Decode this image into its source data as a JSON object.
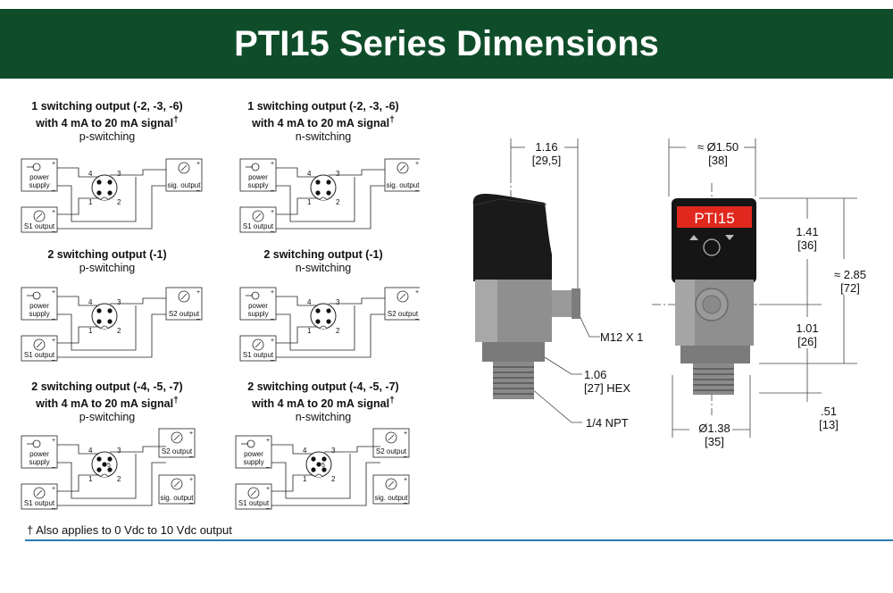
{
  "page": {
    "title": "PTI15 Series Dimensions"
  },
  "labels": {
    "power": [
      "power",
      "supply"
    ],
    "s1": "S1 output",
    "s2": "S2 output",
    "sig": "sig. output",
    "pins": [
      "1",
      "2",
      "3",
      "4",
      "5"
    ],
    "plus": "+",
    "minus": "_"
  },
  "diagrams": [
    {
      "title": "1 switching output (-2, -3, -6)",
      "title2": "with 4 mA to 20 mA signal",
      "dagger": "†",
      "mode": "p-switching"
    },
    {
      "title": "1 switching output (-2, -3, -6)",
      "title2": "with 4 mA to 20 mA signal",
      "dagger": "†",
      "mode": "n-switching"
    },
    {
      "title": "2 switching output (-1)",
      "mode": "p-switching"
    },
    {
      "title": "2 switching output (-1)",
      "mode": "n-switching"
    },
    {
      "title": "2 switching output (-4, -5, -7)",
      "title2": "with 4 mA to 20 mA signal",
      "dagger": "†",
      "mode": "p-switching"
    },
    {
      "title": "2 switching output (-4, -5, -7)",
      "title2": "with 4 mA to 20 mA signal",
      "dagger": "†",
      "mode": "n-switching"
    }
  ],
  "dimensions": {
    "side_width": [
      "1.16",
      "[29,5]"
    ],
    "front_dia": [
      "≈ Ø1.50",
      "[38]"
    ],
    "upper_h": [
      "1.41",
      "[36]"
    ],
    "total_h": [
      "≈ 2.85",
      "[72]"
    ],
    "lower_h": [
      "1.01",
      "[26]"
    ],
    "thread_h": [
      ".51",
      "[13]"
    ],
    "base_dia": [
      "Ø1.38",
      "[35]"
    ],
    "connector": "M12 X 1",
    "hex": [
      "1.06",
      "[27] HEX"
    ],
    "npt": "1/4 NPT"
  },
  "device": {
    "display_text": "PTI15"
  },
  "footnote": {
    "mark": "†",
    "text": "Also applies to 0 Vdc to 10 Vdc output"
  },
  "colors": {
    "banner": "#0f4d2a",
    "rule": "#2a7ab0",
    "display": "#e0281e"
  }
}
